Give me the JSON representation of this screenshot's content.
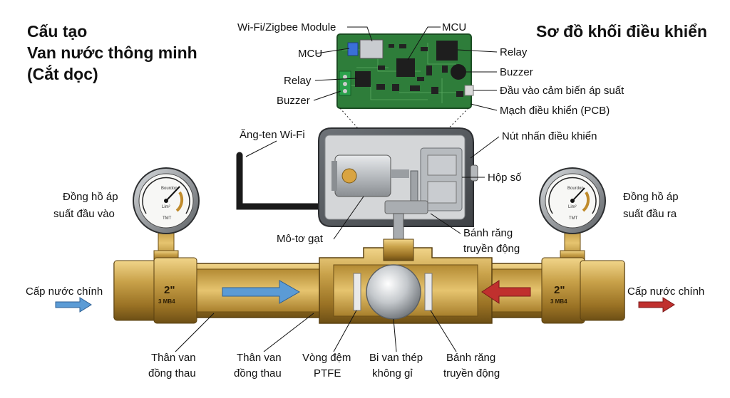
{
  "title_left": [
    "Cấu tạo",
    "Van nước thông minh",
    "(Cắt dọc)"
  ],
  "title_right": "Sơ đồ khối điều khiển",
  "pcb_labels": {
    "wifi_module": "Wi-Fi/Zigbee Module",
    "mcu_top": "MCU",
    "mcu_left": "MCU",
    "relay_left": "Relay",
    "buzzer_left": "Buzzer",
    "relay_right": "Relay",
    "buzzer_right": "Buzzer",
    "pressure_input": "Đầu vào cảm biến áp suất",
    "control_circuit": "Mạch điều khiển (PCB)"
  },
  "actuator_labels": {
    "antenna": "Ăng-ten Wi-Fi",
    "control_button": "Nút nhấn điều khiển",
    "gearbox": "Hộp số",
    "motor": "Mô-tơ gạt",
    "drive_gear": [
      "Bánh răng",
      "truyền động"
    ]
  },
  "gauge_labels": {
    "inlet": [
      "Đồng hồ áp",
      "suất đầu vào"
    ],
    "outlet": [
      "Đồng hồ áp",
      "suất đầu ra"
    ],
    "face_brand": "Bourdon",
    "face_unit": "Lim²",
    "face_model": "TMT"
  },
  "flow_labels": {
    "left": "Cấp nước chính",
    "right": "Cấp nước chính"
  },
  "pipe_marks": {
    "size": "2\"",
    "code": "3 MB4"
  },
  "bottom_labels": {
    "brass_body_1": [
      "Thân van",
      "đồng thau"
    ],
    "brass_body_2": [
      "Thân van",
      "đồng thau"
    ],
    "ptfe_seal": [
      "Vòng đệm",
      "PTFE"
    ],
    "steel_ball": [
      "Bi van thép",
      "không gỉ"
    ],
    "drive_gear": [
      "Bánh răng",
      "truyền động"
    ]
  },
  "colors": {
    "brass": "#c9a24a",
    "pcb": "#2e7d3a",
    "housing": "#5d6166",
    "flow_blue": "#5b9bd5",
    "flow_red": "#c0302e"
  }
}
